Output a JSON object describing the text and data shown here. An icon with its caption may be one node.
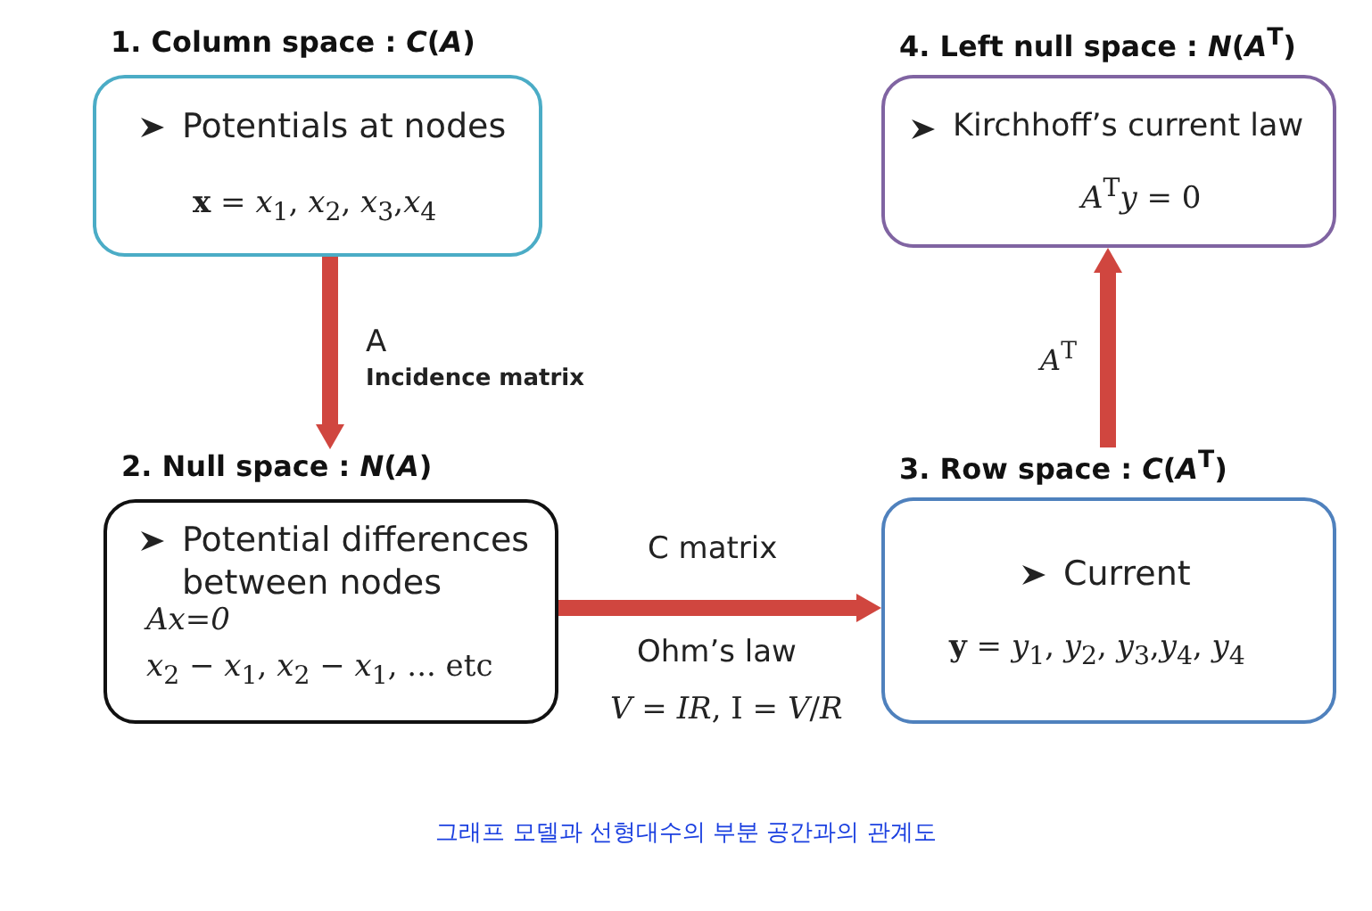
{
  "diagram": {
    "caption": "그래프 모델과 선형대수의 부분 공간과의 관계도",
    "nodes": [
      {
        "text": [
          "1. Column space : *C*(*A*)",
          "Potentials at nodes",
          "**x** = *x*$_{1}$, *x*$_{2}$, *x*$_{3}$,*x*$_{4}$"
        ]
      },
      {
        "text": [
          "4. Left null space : *N*(*A*$^{T}$)",
          "Kirchhoff’s current law",
          "*A*$^{T}$*y* = 0"
        ]
      },
      {
        "text": [
          "2. Null space : *N*(*A*)",
          "Potential differences between nodes",
          "*Ax=0*",
          "*x*$_{2}$ − *x*$_{1}$, *x*$_{2}$ − *x*$_{1}$, ... etc"
        ]
      },
      {
        "text": [
          "3. Row space : *C*(*A*$^{T}$)",
          "Current",
          "**y** =  *y*$_{1}$, *y*$_{2}$, *y*$_{3}$,*y*$_{4}$, *y*$_{4}$"
        ]
      }
    ],
    "edges": [
      {
        "from": 0,
        "to": 2,
        "arrow": "to",
        "label": "A"
      },
      {
        "from": 2,
        "to": 3,
        "arrow": "to",
        "label": "C matrix"
      },
      {
        "from": 3,
        "to": 1,
        "arrow": "to",
        "label": "*A*$^{T}$"
      }
    ],
    "labels": [
      "Incidence matrix",
      "Ohm’s law",
      "*V* = *IR*, I = *V*/*R*"
    ]
  }
}
